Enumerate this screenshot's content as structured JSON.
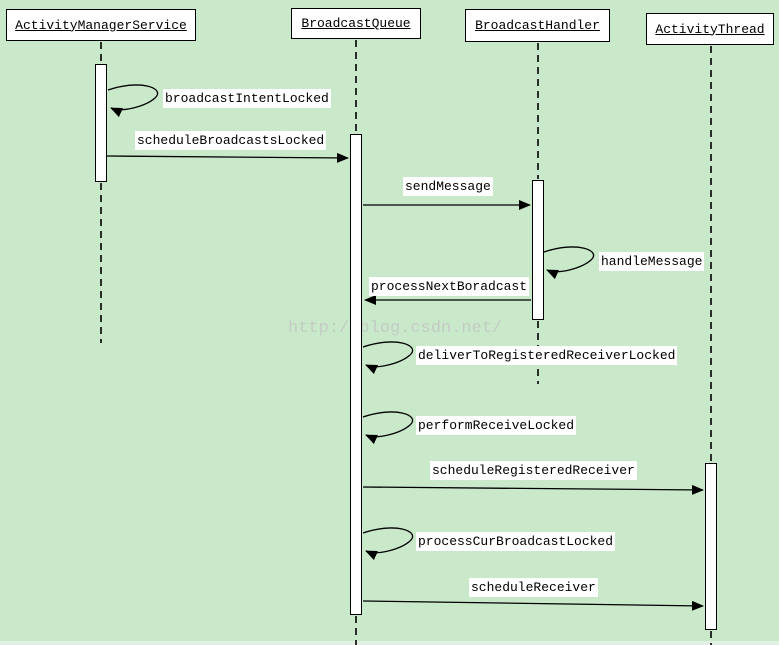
{
  "diagram": {
    "type": "uml-sequence-diagram",
    "watermark": "http://blog.csdn.net/",
    "colors": {
      "background": "#c9e9ca",
      "lifeline_box_fill": "#ffffff",
      "activation_bar_fill": "#ffffff",
      "line": "#000000",
      "label_background": "#ffffff",
      "watermark_text": "#c3ccc4"
    },
    "lifelines": [
      {
        "id": "activity-manager-service",
        "label": "ActivityManagerService"
      },
      {
        "id": "broadcast-queue",
        "label": "BroadcastQueue"
      },
      {
        "id": "broadcast-handler",
        "label": "BroadcastHandler"
      },
      {
        "id": "activity-thread",
        "label": "ActivityThread"
      }
    ],
    "messages": [
      {
        "label": "broadcastIntentLocked",
        "from": "ActivityManagerService",
        "to": "ActivityManagerService",
        "kind": "self"
      },
      {
        "label": "scheduleBroadcastsLocked",
        "from": "ActivityManagerService",
        "to": "BroadcastQueue",
        "kind": "call"
      },
      {
        "label": "sendMessage",
        "from": "BroadcastQueue",
        "to": "BroadcastHandler",
        "kind": "call"
      },
      {
        "label": "handleMessage",
        "from": "BroadcastHandler",
        "to": "BroadcastHandler",
        "kind": "self"
      },
      {
        "label": "processNextBoradcast",
        "from": "BroadcastHandler",
        "to": "BroadcastQueue",
        "kind": "call"
      },
      {
        "label": "deliverToRegisteredReceiverLocked",
        "from": "BroadcastQueue",
        "to": "BroadcastQueue",
        "kind": "self"
      },
      {
        "label": "performReceiveLocked",
        "from": "BroadcastQueue",
        "to": "BroadcastQueue",
        "kind": "self"
      },
      {
        "label": "scheduleRegisteredReceiver",
        "from": "BroadcastQueue",
        "to": "ActivityThread",
        "kind": "call"
      },
      {
        "label": "processCurBroadcastLocked",
        "from": "BroadcastQueue",
        "to": "BroadcastQueue",
        "kind": "self"
      },
      {
        "label": "scheduleReceiver",
        "from": "BroadcastQueue",
        "to": "ActivityThread",
        "kind": "call"
      }
    ]
  }
}
